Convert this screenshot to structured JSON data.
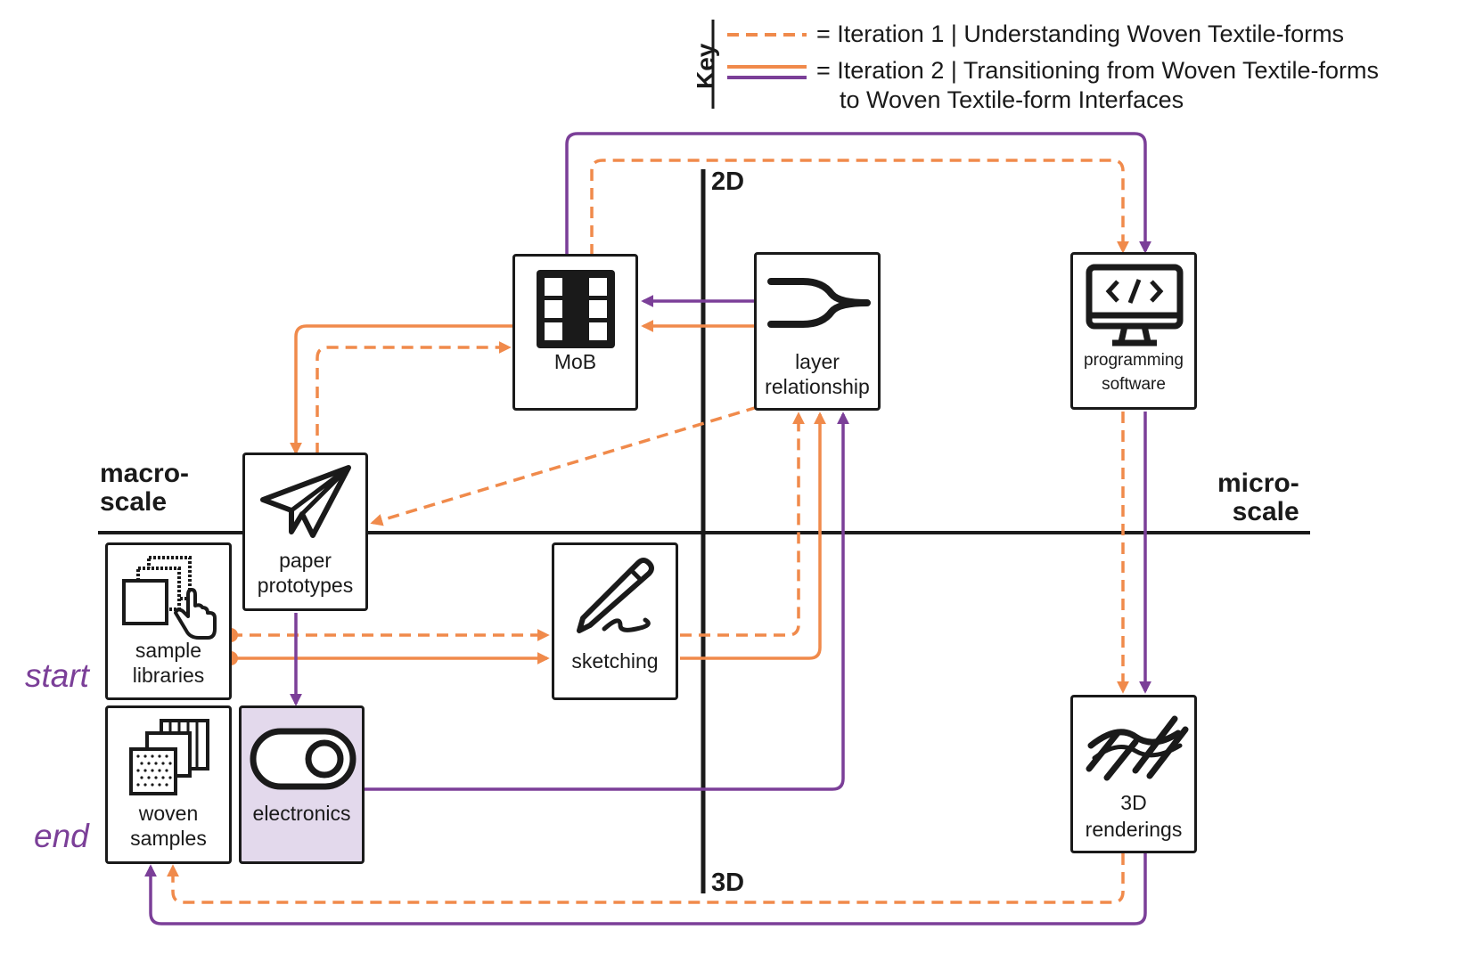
{
  "legend": {
    "title": "Key",
    "iteration1": "= Iteration 1 | Understanding Woven Textile-forms",
    "iteration2_line1": "= Iteration 2 | Transitioning from Woven Textile-forms",
    "iteration2_line2": "to Woven Textile-form Interfaces"
  },
  "axes": {
    "top": "2D",
    "bottom": "3D",
    "left_line1": "macro-",
    "left_line2": "scale",
    "right_line1": "micro-",
    "right_line2": "scale"
  },
  "flow": {
    "start": "start",
    "end": "end"
  },
  "nodes": {
    "mob": {
      "label": "MoB",
      "icon": "mob-grid-icon"
    },
    "layer": {
      "label_line1": "layer",
      "label_line2": "relationship",
      "icon": "layer-merge-icon"
    },
    "programming": {
      "label_line1": "programming",
      "label_line2": "software",
      "icon": "code-monitor-icon"
    },
    "paper": {
      "label_line1": "paper",
      "label_line2": "prototypes",
      "icon": "paper-plane-icon"
    },
    "sample": {
      "label_line1": "sample",
      "label_line2": "libraries",
      "icon": "swatch-hand-icon"
    },
    "sketching": {
      "label": "sketching",
      "icon": "pencil-icon"
    },
    "woven": {
      "label_line1": "woven",
      "label_line2": "samples",
      "icon": "woven-swatch-icon"
    },
    "electronics": {
      "label": "electronics",
      "icon": "toggle-switch-icon"
    },
    "renderings": {
      "label_line1": "3D",
      "label_line2": "renderings",
      "icon": "threads-icon"
    }
  },
  "colors": {
    "iteration1": "#f08a4b",
    "iteration2_orange": "#f08a4b",
    "iteration2_purple": "#7b3f98",
    "text": "#1a1a1a",
    "electronics_fill": "#e3d9ec"
  }
}
